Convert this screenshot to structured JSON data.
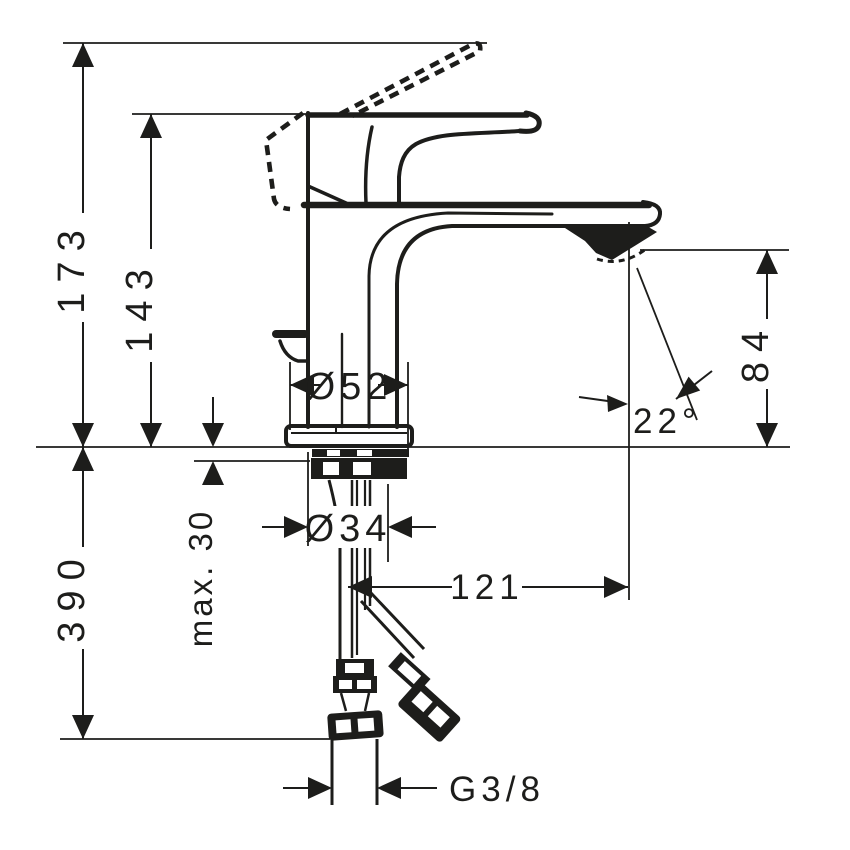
{
  "page": {
    "background": "#ffffff",
    "ink_color": "#1d1d1b"
  },
  "drawing": {
    "type": "technical-dimension-drawing",
    "subject": "single-lever basin mixer tap, side elevation with flexible supply hoses",
    "units": "mm",
    "labels": {
      "overall_height": "173",
      "body_height": "143",
      "supply_length": "390",
      "max_deck_thickness": "max. 30",
      "base_diameter": "Ø52",
      "shank_diameter": "Ø34",
      "spout_reach": "121",
      "outlet_height": "84",
      "jet_angle": "22°",
      "connection_thread": "G3/8"
    }
  }
}
